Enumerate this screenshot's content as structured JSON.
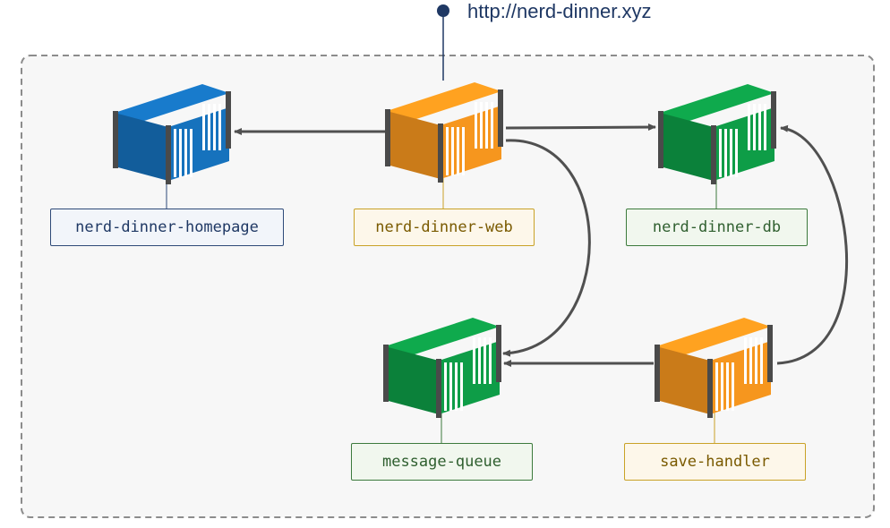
{
  "url": "http://nerd-dinner.xyz",
  "colors": {
    "blue": "#1672bd",
    "orange": "#f6961e",
    "green": "#0e9d47",
    "arrow": "#505050",
    "border": "#8c8c8c",
    "url_dot": "#1f3864"
  },
  "containers": [
    {
      "id": "nerd-dinner-homepage",
      "label": "nerd-dinner-homepage",
      "color": "blue"
    },
    {
      "id": "nerd-dinner-web",
      "label": "nerd-dinner-web",
      "color": "orange"
    },
    {
      "id": "nerd-dinner-db",
      "label": "nerd-dinner-db",
      "color": "green"
    },
    {
      "id": "message-queue",
      "label": "message-queue",
      "color": "green"
    },
    {
      "id": "save-handler",
      "label": "save-handler",
      "color": "orange"
    }
  ],
  "connections": [
    {
      "from": "nerd-dinner-web",
      "to": "nerd-dinner-homepage"
    },
    {
      "from": "nerd-dinner-web",
      "to": "nerd-dinner-db"
    },
    {
      "from": "nerd-dinner-web",
      "to": "message-queue"
    },
    {
      "from": "save-handler",
      "to": "message-queue"
    },
    {
      "from": "save-handler",
      "to": "nerd-dinner-db"
    }
  ]
}
